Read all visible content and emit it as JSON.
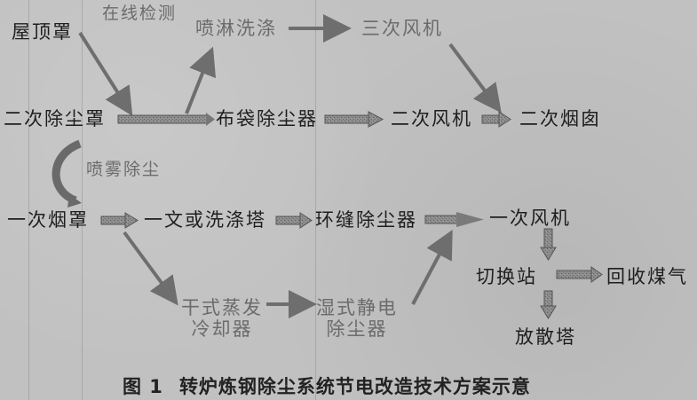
{
  "diagram": {
    "nodes": {
      "roof_hood": "屋顶罩",
      "online_monitor": "在线检测",
      "spray_wash": "喷淋洗涤",
      "tertiary_fan": "三次风机",
      "secondary_hood": "二次除尘罩",
      "bag_filter": "布袋除尘器",
      "secondary_fan": "二次风机",
      "secondary_chimney": "二次烟囱",
      "spray_dedust": "喷雾除尘",
      "primary_hood": "一次烟罩",
      "venturi_tower": "一文或洗涤塔",
      "annular_gap": "环缝除尘器",
      "primary_fan": "一次风机",
      "switch_station": "切换站",
      "gas_recovery": "回收煤气",
      "dry_cooler_line1": "干式蒸发",
      "dry_cooler_line2": "冷却器",
      "wet_esp_line1": "湿式静电",
      "wet_esp_line2": "除尘器",
      "flare_tower": "放散塔"
    },
    "edges": [
      {
        "from": "屋顶罩",
        "to": "二次除尘罩",
        "style": "thin"
      },
      {
        "from": "二次除尘罩",
        "to": "布袋除尘器",
        "style": "thick"
      },
      {
        "from": "二次除尘罩",
        "to": "喷淋洗涤",
        "style": "thin"
      },
      {
        "from": "喷淋洗涤",
        "to": "三次风机",
        "style": "thin"
      },
      {
        "from": "三次风机",
        "to": "二次烟囱",
        "style": "thin"
      },
      {
        "from": "布袋除尘器",
        "to": "二次风机",
        "style": "thick"
      },
      {
        "from": "二次风机",
        "to": "二次烟囱",
        "style": "thick"
      },
      {
        "from": "二次除尘罩",
        "to": "一次烟罩",
        "style": "curved",
        "label": "喷雾除尘"
      },
      {
        "from": "一次烟罩",
        "to": "一文或洗涤塔",
        "style": "thick"
      },
      {
        "from": "一文或洗涤塔",
        "to": "环缝除尘器",
        "style": "thick"
      },
      {
        "from": "环缝除尘器",
        "to": "一次风机",
        "style": "thick"
      },
      {
        "from": "一次烟罩",
        "to": "干式蒸发冷却器",
        "style": "thin"
      },
      {
        "from": "干式蒸发冷却器",
        "to": "湿式静电除尘器",
        "style": "thin"
      },
      {
        "from": "湿式静电除尘器",
        "to": "一次风机",
        "style": "thin"
      },
      {
        "from": "一次风机",
        "to": "切换站",
        "style": "thick"
      },
      {
        "from": "切换站",
        "to": "回收煤气",
        "style": "thick"
      },
      {
        "from": "切换站",
        "to": "放散塔",
        "style": "thick"
      }
    ],
    "colors": {
      "background": "#c1c1c1",
      "text_dark": "#1e1e1e",
      "text_faint": "#6b6b6b",
      "arrow_thin": "#6e6e6e",
      "arrow_thick_fill": "#8a8a8a"
    }
  },
  "caption": {
    "figure_number": "图 1",
    "title": "转炉炼钢除尘系统节电改造技术方案示意"
  }
}
